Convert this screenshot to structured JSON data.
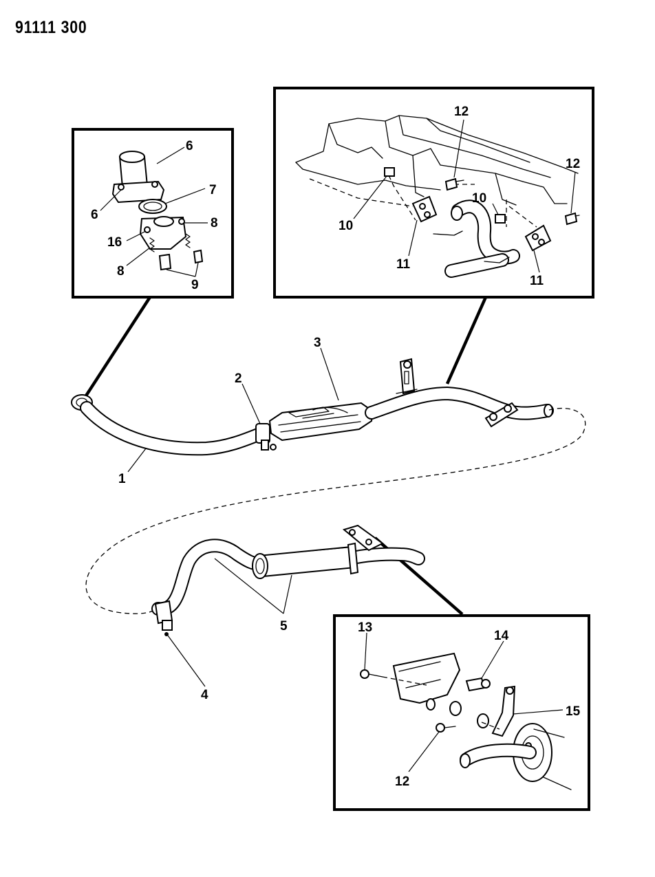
{
  "header": {
    "code": "91111 300"
  },
  "callouts": {
    "c1": "1",
    "c2": "2",
    "c3": "3",
    "c4": "4",
    "c5": "5",
    "c6a": "6",
    "c6b": "6",
    "c7": "7",
    "c8a": "8",
    "c8b": "8",
    "c9": "9",
    "c16": "16",
    "c12a": "12",
    "c12b": "12",
    "c10a": "10",
    "c10b": "10",
    "c11a": "11",
    "c11b": "11",
    "c13": "13",
    "c14": "14",
    "c15": "15",
    "c12c": "12"
  }
}
